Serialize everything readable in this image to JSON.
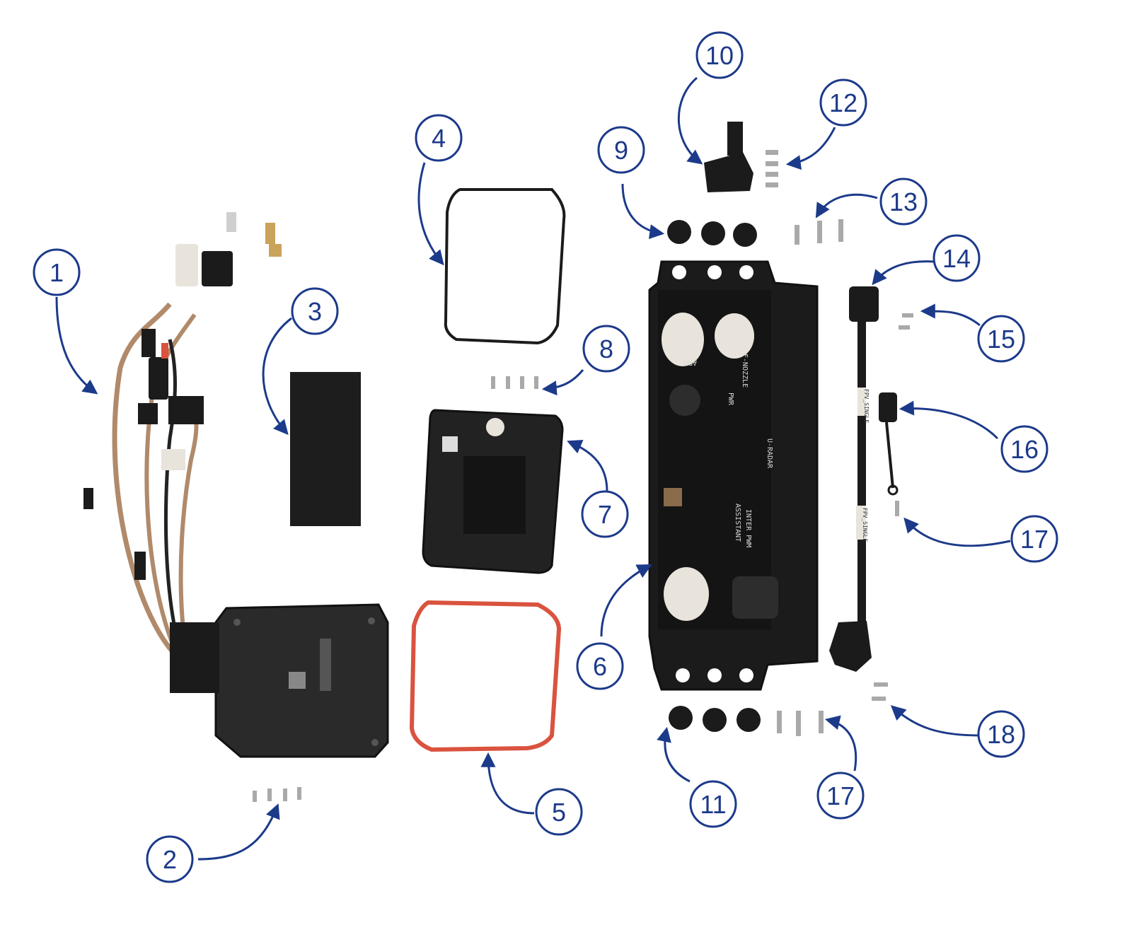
{
  "colors": {
    "callout": "#1c3a8a",
    "part_black": "#1b1b1b",
    "pcb": "#141414",
    "gasket_red": "#d9533f",
    "connector_white": "#e8e4dc",
    "cable_copper": "#b08a6a",
    "screw": "#a9a9a9"
  },
  "callouts": [
    "1",
    "2",
    "3",
    "4",
    "5",
    "6",
    "7",
    "8",
    "9",
    "10",
    "11",
    "12",
    "13",
    "14",
    "15",
    "16",
    "17",
    "17",
    "18"
  ],
  "pcb_labels": {
    "arm": "ARM",
    "nozzle": "F-NOZZLE",
    "pwr": "PWR",
    "u_radar": "U-RADAR",
    "assistant": "ASSISTANT",
    "inter_pwm": "INTER PWM"
  },
  "cable_labels": {
    "fpv_1": "FPV_SINGLE",
    "fpv_2": "FPV_SINGLE"
  }
}
